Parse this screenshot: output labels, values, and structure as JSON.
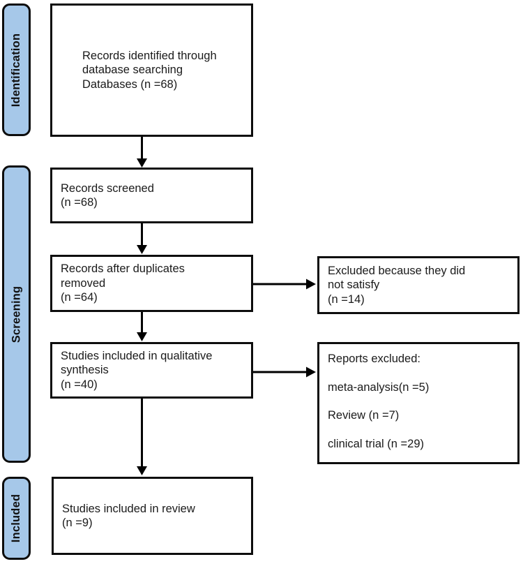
{
  "stages": [
    {
      "label": "Identification"
    },
    {
      "label": "Screening"
    },
    {
      "label": "Included"
    }
  ],
  "boxes": {
    "records_identified": {
      "lines": [
        "Records identified through",
        "database searching",
        "Databases (n =68)"
      ]
    },
    "records_screened": {
      "lines": [
        "Records screened",
        "(n =68)"
      ]
    },
    "duplicates_removed": {
      "lines": [
        "Records after duplicates",
        "removed",
        "(n =64)"
      ]
    },
    "qualitative_synthesis": {
      "lines": [
        "Studies included in qualitative",
        "synthesis",
        "(n =40)"
      ]
    },
    "included_review": {
      "lines": [
        "Studies included in review",
        "(n =9)"
      ]
    },
    "excluded_not_satisfy": {
      "lines": [
        "Excluded because they did",
        "not satisfy",
        "(n =14)"
      ]
    },
    "reports_excluded": {
      "lines": [
        "Reports excluded:",
        "meta-analysis(n =5)",
        "Review (n =7)",
        "clinical trial  (n =29)"
      ]
    }
  },
  "colors": {
    "stage_fill": "#A6C8E9",
    "border": "#0d0d0d",
    "arrow": "#000000",
    "text": "#1a1a1a",
    "background": "#ffffff"
  }
}
